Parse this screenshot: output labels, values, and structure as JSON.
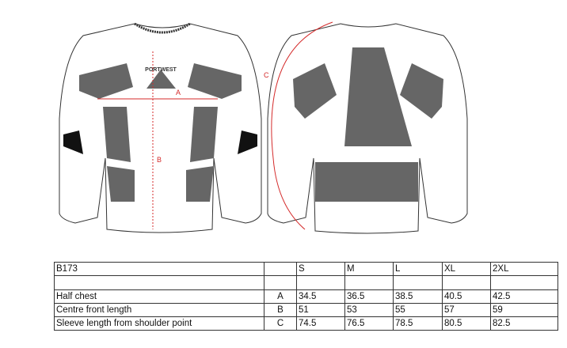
{
  "diagram": {
    "brand_logo": "PORTWEST",
    "labels": {
      "a": "A",
      "b": "B",
      "c": "C"
    },
    "colors": {
      "measure": "#d42a2a",
      "panel": "#666666"
    }
  },
  "size_table": {
    "product_code": "B173",
    "sizes": [
      "S",
      "M",
      "L",
      "XL",
      "2XL"
    ],
    "rows": [
      {
        "label": "Half chest",
        "code": "A",
        "values": [
          "34.5",
          "36.5",
          "38.5",
          "40.5",
          "42.5"
        ]
      },
      {
        "label": "Centre front length",
        "code": "B",
        "values": [
          "51",
          "53",
          "55",
          "57",
          "59"
        ]
      },
      {
        "label": "Sleeve length from shoulder point",
        "code": "C",
        "values": [
          "74.5",
          "76.5",
          "78.5",
          "80.5",
          "82.5"
        ]
      }
    ]
  }
}
